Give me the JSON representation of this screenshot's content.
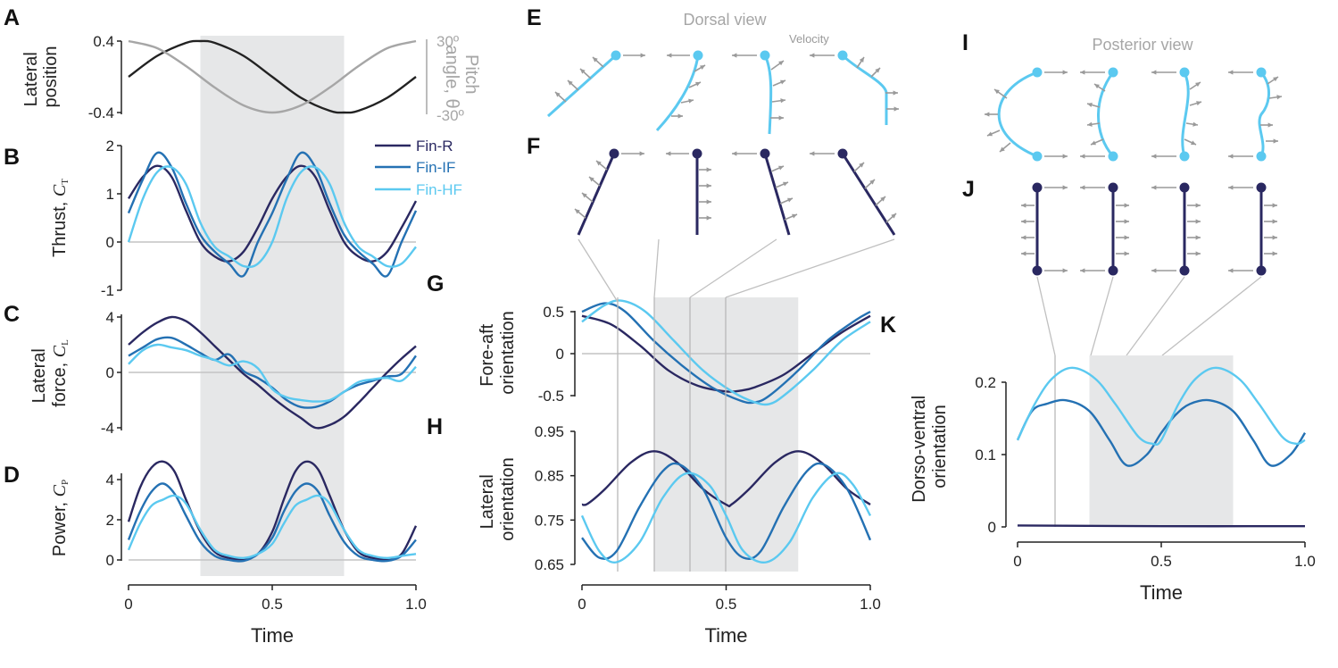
{
  "panels": {
    "A": "A",
    "B": "B",
    "C": "C",
    "D": "D",
    "E": "E",
    "F": "F",
    "G": "G",
    "H": "H",
    "I": "I",
    "J": "J",
    "K": "K"
  },
  "labels": {
    "lateral_position": [
      "Lateral",
      "position"
    ],
    "pitch_angle": [
      "Pitch",
      "angle, θ"
    ],
    "thrust": "Thrust, ",
    "thrust_sym": "C",
    "thrust_sub": "T",
    "lateral_force": [
      "Lateral",
      "force, "
    ],
    "lateral_force_sym": "C",
    "lateral_force_sub": "L",
    "power": "Power, ",
    "power_sym": "C",
    "power_sub": "P",
    "fore_aft": [
      "Fore-aft",
      "orientation"
    ],
    "lateral_orient": [
      "Lateral",
      "orientation"
    ],
    "dorso_ventral": [
      "Dorso-ventral",
      "orientation"
    ],
    "time": "Time",
    "dorsal_view": "Dorsal view",
    "posterior_view": "Posterior view",
    "velocity": "Velocity"
  },
  "colors": {
    "fin_r": "#2a2861",
    "fin_if": "#2471b3",
    "fin_hf": "#5bc9f0",
    "dark": "#222222",
    "gray_curve": "#a6a6a6",
    "shade": "#e6e7e8",
    "zero": "#c4c4c4",
    "arrow": "#9a9a9a"
  },
  "legend": [
    {
      "name": "Fin-R",
      "color": "#2a2861"
    },
    {
      "name": "Fin-IF",
      "color": "#2471b3"
    },
    {
      "name": "Fin-HF",
      "color": "#5bc9f0"
    }
  ],
  "chart_data": [
    {
      "id": "A",
      "type": "line",
      "xlabel": "",
      "ylabel": "Lateral position",
      "xlim": [
        0,
        1
      ],
      "ylim": [
        -0.4,
        0.4
      ],
      "yticks": [
        "0.4",
        "-0.4"
      ],
      "y2ticks": [
        "30º",
        "-30º"
      ],
      "y2label": "Pitch angle, θ",
      "shade": [
        0.25,
        0.75
      ],
      "series": [
        {
          "color": "#222222",
          "x": [
            0,
            0.1,
            0.2,
            0.25,
            0.3,
            0.4,
            0.5,
            0.6,
            0.7,
            0.75,
            0.8,
            0.9,
            1.0
          ],
          "y": [
            0.0,
            0.235,
            0.38,
            0.4,
            0.38,
            0.235,
            0.0,
            -0.235,
            -0.38,
            -0.4,
            -0.38,
            -0.235,
            0.0
          ]
        },
        {
          "color": "#a6a6a6",
          "x": [
            0,
            0.1,
            0.2,
            0.3,
            0.4,
            0.5,
            0.6,
            0.7,
            0.8,
            0.9,
            1.0
          ],
          "y": [
            0.4,
            0.32,
            0.12,
            -0.12,
            -0.32,
            -0.4,
            -0.32,
            -0.12,
            0.12,
            0.32,
            0.4
          ]
        }
      ]
    },
    {
      "id": "B",
      "type": "line",
      "ylabel": "Thrust, CT",
      "xlim": [
        0,
        1
      ],
      "ylim": [
        -1,
        2
      ],
      "yticks": [
        "2",
        "1",
        "0",
        "-1"
      ],
      "zero": true,
      "shade": [
        0.25,
        0.75
      ],
      "series": [
        {
          "name": "Fin-R",
          "color": "#2a2861",
          "x": [
            0,
            0.05,
            0.1,
            0.15,
            0.2,
            0.25,
            0.3,
            0.35,
            0.4,
            0.45,
            0.5,
            0.55,
            0.6,
            0.65,
            0.7,
            0.75,
            0.8,
            0.85,
            0.9,
            0.95,
            1.0
          ],
          "y": [
            0.9,
            1.35,
            1.58,
            1.35,
            0.65,
            0.0,
            -0.3,
            -0.4,
            -0.2,
            0.3,
            0.9,
            1.35,
            1.58,
            1.35,
            0.65,
            0.0,
            -0.3,
            -0.4,
            -0.2,
            0.3,
            0.85
          ]
        },
        {
          "name": "Fin-IF",
          "color": "#2471b3",
          "x": [
            0,
            0.05,
            0.1,
            0.15,
            0.2,
            0.25,
            0.3,
            0.35,
            0.4,
            0.45,
            0.5,
            0.55,
            0.6,
            0.65,
            0.7,
            0.75,
            0.8,
            0.85,
            0.9,
            0.95,
            1.0
          ],
          "y": [
            0.6,
            1.3,
            1.85,
            1.55,
            0.8,
            0.15,
            -0.2,
            -0.45,
            -0.7,
            0.0,
            0.6,
            1.3,
            1.85,
            1.55,
            0.8,
            0.15,
            -0.2,
            -0.45,
            -0.7,
            0.0,
            0.65
          ]
        },
        {
          "name": "Fin-HF",
          "color": "#5bc9f0",
          "x": [
            0,
            0.05,
            0.1,
            0.15,
            0.2,
            0.25,
            0.3,
            0.35,
            0.4,
            0.45,
            0.5,
            0.55,
            0.6,
            0.65,
            0.7,
            0.75,
            0.8,
            0.85,
            0.9,
            0.95,
            1.0
          ],
          "y": [
            0.0,
            0.9,
            1.45,
            1.55,
            1.2,
            0.4,
            -0.1,
            -0.3,
            -0.5,
            -0.45,
            0.0,
            0.9,
            1.45,
            1.55,
            1.2,
            0.4,
            -0.1,
            -0.3,
            -0.5,
            -0.45,
            -0.1
          ]
        }
      ]
    },
    {
      "id": "C",
      "type": "line",
      "ylabel": "Lateral force, CL",
      "xlim": [
        0,
        1
      ],
      "ylim": [
        -4,
        4
      ],
      "yticks": [
        "4",
        "0",
        "-4"
      ],
      "zero": true,
      "shade": [
        0.25,
        0.75
      ],
      "series": [
        {
          "name": "Fin-R",
          "color": "#2a2861",
          "x": [
            0,
            0.05,
            0.1,
            0.15,
            0.2,
            0.25,
            0.3,
            0.35,
            0.4,
            0.45,
            0.5,
            0.55,
            0.6,
            0.65,
            0.7,
            0.75,
            0.8,
            0.85,
            0.9,
            0.95,
            1.0
          ],
          "y": [
            2.0,
            2.9,
            3.6,
            4.0,
            3.7,
            2.9,
            1.9,
            0.9,
            -0.1,
            -0.9,
            -1.8,
            -2.6,
            -3.3,
            -4.0,
            -3.8,
            -3.2,
            -2.2,
            -1.1,
            0.0,
            1.0,
            1.9
          ]
        },
        {
          "name": "Fin-IF",
          "color": "#2471b3",
          "x": [
            0,
            0.05,
            0.1,
            0.15,
            0.2,
            0.25,
            0.3,
            0.35,
            0.4,
            0.45,
            0.5,
            0.55,
            0.6,
            0.65,
            0.7,
            0.75,
            0.8,
            0.85,
            0.9,
            0.95,
            1.0
          ],
          "y": [
            1.2,
            1.8,
            2.4,
            2.5,
            2.0,
            1.4,
            0.9,
            1.3,
            0.1,
            -0.4,
            -1.1,
            -2.0,
            -2.5,
            -2.5,
            -2.1,
            -1.4,
            -0.9,
            -0.6,
            -0.3,
            -0.1,
            1.2
          ]
        },
        {
          "name": "Fin-HF",
          "color": "#5bc9f0",
          "x": [
            0,
            0.05,
            0.1,
            0.15,
            0.2,
            0.25,
            0.3,
            0.35,
            0.4,
            0.45,
            0.5,
            0.55,
            0.6,
            0.65,
            0.7,
            0.75,
            0.8,
            0.85,
            0.9,
            0.95,
            1.0
          ],
          "y": [
            0.6,
            1.6,
            2.0,
            1.8,
            1.6,
            1.2,
            0.9,
            0.5,
            0.8,
            0.3,
            -1.2,
            -1.8,
            -2.0,
            -2.1,
            -2.0,
            -1.4,
            -0.7,
            -0.5,
            -0.4,
            -0.6,
            0.4
          ]
        }
      ]
    },
    {
      "id": "D",
      "type": "line",
      "ylabel": "Power, CP",
      "xlim": [
        0,
        1
      ],
      "ylim": [
        0,
        4.8
      ],
      "yticks": [
        "4",
        "2",
        "0"
      ],
      "zero": true,
      "shade": [
        0.25,
        0.75
      ],
      "xticks": [
        "0",
        "0.5",
        "1.0"
      ],
      "xlabel": "Time",
      "series": [
        {
          "name": "Fin-R",
          "color": "#2a2861",
          "x": [
            0,
            0.04,
            0.08,
            0.12,
            0.16,
            0.2,
            0.25,
            0.3,
            0.35,
            0.4,
            0.45,
            0.5,
            0.54,
            0.58,
            0.62,
            0.66,
            0.7,
            0.75,
            0.8,
            0.85,
            0.9,
            0.95,
            1.0
          ],
          "y": [
            1.9,
            3.6,
            4.6,
            4.9,
            4.4,
            3.0,
            1.4,
            0.4,
            0.1,
            0.05,
            0.3,
            1.4,
            3.0,
            4.4,
            4.9,
            4.5,
            3.2,
            1.5,
            0.4,
            0.1,
            0.05,
            0.3,
            1.7
          ]
        },
        {
          "name": "Fin-IF",
          "color": "#2471b3",
          "x": [
            0,
            0.04,
            0.08,
            0.12,
            0.16,
            0.2,
            0.25,
            0.3,
            0.35,
            0.4,
            0.45,
            0.5,
            0.54,
            0.58,
            0.62,
            0.66,
            0.7,
            0.75,
            0.8,
            0.85,
            0.9,
            0.95,
            1.0
          ],
          "y": [
            1.0,
            2.4,
            3.4,
            3.8,
            3.3,
            2.2,
            0.9,
            0.2,
            0.0,
            -0.05,
            0.3,
            1.1,
            2.4,
            3.4,
            3.8,
            3.4,
            2.2,
            0.9,
            0.2,
            0.0,
            -0.05,
            0.2,
            1.0
          ]
        },
        {
          "name": "Fin-HF",
          "color": "#5bc9f0",
          "x": [
            0,
            0.04,
            0.08,
            0.12,
            0.16,
            0.2,
            0.25,
            0.3,
            0.35,
            0.4,
            0.45,
            0.5,
            0.54,
            0.58,
            0.62,
            0.66,
            0.7,
            0.75,
            0.8,
            0.85,
            0.9,
            0.95,
            1.0
          ],
          "y": [
            0.5,
            1.8,
            2.7,
            3.0,
            3.2,
            2.8,
            1.5,
            0.5,
            0.2,
            0.1,
            0.3,
            0.8,
            1.8,
            2.7,
            3.0,
            3.2,
            2.8,
            1.5,
            0.5,
            0.2,
            0.1,
            0.2,
            0.3
          ]
        }
      ]
    },
    {
      "id": "G",
      "type": "line",
      "ylabel": "Fore-aft orientation",
      "xlim": [
        0,
        1
      ],
      "ylim": [
        -0.6,
        0.6
      ],
      "yticks": [
        "0.5",
        "0",
        "-0.5"
      ],
      "zero": true,
      "shade": [
        0.25,
        0.75
      ],
      "vlines": [
        0.125,
        0.25,
        0.375,
        0.5
      ],
      "series": [
        {
          "name": "Fin-R",
          "color": "#2a2861",
          "x": [
            0,
            0.1,
            0.2,
            0.3,
            0.4,
            0.5,
            0.55,
            0.6,
            0.7,
            0.8,
            0.9,
            1.0
          ],
          "y": [
            0.45,
            0.35,
            0.1,
            -0.2,
            -0.38,
            -0.45,
            -0.44,
            -0.4,
            -0.25,
            0.0,
            0.25,
            0.45
          ]
        },
        {
          "name": "Fin-IF",
          "color": "#2471b3",
          "x": [
            0,
            0.08,
            0.15,
            0.25,
            0.35,
            0.45,
            0.55,
            0.6,
            0.65,
            0.75,
            0.85,
            0.95,
            1.0
          ],
          "y": [
            0.5,
            0.6,
            0.5,
            0.15,
            -0.15,
            -0.4,
            -0.56,
            -0.58,
            -0.5,
            -0.2,
            0.15,
            0.4,
            0.5
          ]
        },
        {
          "name": "Fin-HF",
          "color": "#5bc9f0",
          "x": [
            0,
            0.08,
            0.14,
            0.22,
            0.32,
            0.42,
            0.52,
            0.6,
            0.65,
            0.7,
            0.8,
            0.9,
            1.0
          ],
          "y": [
            0.38,
            0.58,
            0.63,
            0.5,
            0.15,
            -0.2,
            -0.45,
            -0.58,
            -0.6,
            -0.5,
            -0.2,
            0.15,
            0.38
          ]
        }
      ]
    },
    {
      "id": "H",
      "type": "line",
      "ylabel": "Lateral orientation",
      "xlim": [
        0,
        1
      ],
      "ylim": [
        0.65,
        0.95
      ],
      "yticks": [
        "0.95",
        "0.85",
        "0.75",
        "0.65"
      ],
      "shade": [
        0.25,
        0.75
      ],
      "vlines": [
        0.125,
        0.25,
        0.375,
        0.5
      ],
      "xticks": [
        "0",
        "0.5",
        "1.0"
      ],
      "xlabel": "Time",
      "series": [
        {
          "name": "Fin-R",
          "color": "#2a2861",
          "x": [
            0,
            0.02,
            0.08,
            0.17,
            0.25,
            0.33,
            0.42,
            0.5,
            0.52,
            0.58,
            0.67,
            0.75,
            0.83,
            0.92,
            1.0
          ],
          "y": [
            0.785,
            0.787,
            0.82,
            0.88,
            0.905,
            0.88,
            0.82,
            0.785,
            0.786,
            0.82,
            0.88,
            0.905,
            0.88,
            0.82,
            0.785
          ]
        },
        {
          "name": "Fin-IF",
          "color": "#2471b3",
          "x": [
            0,
            0.06,
            0.12,
            0.2,
            0.28,
            0.34,
            0.42,
            0.5,
            0.56,
            0.62,
            0.7,
            0.78,
            0.84,
            0.92,
            1.0
          ],
          "y": [
            0.71,
            0.665,
            0.68,
            0.78,
            0.86,
            0.875,
            0.82,
            0.71,
            0.665,
            0.68,
            0.78,
            0.86,
            0.875,
            0.82,
            0.705
          ]
        },
        {
          "name": "Fin-HF",
          "color": "#5bc9f0",
          "x": [
            0,
            0.06,
            0.12,
            0.2,
            0.28,
            0.36,
            0.44,
            0.5,
            0.56,
            0.64,
            0.72,
            0.8,
            0.88,
            0.94,
            1.0
          ],
          "y": [
            0.76,
            0.68,
            0.655,
            0.7,
            0.8,
            0.855,
            0.83,
            0.76,
            0.68,
            0.655,
            0.7,
            0.8,
            0.855,
            0.83,
            0.76
          ]
        }
      ]
    },
    {
      "id": "K",
      "type": "line",
      "ylabel": "Dorso-ventral orientation",
      "xlim": [
        0,
        1
      ],
      "ylim": [
        0,
        0.23
      ],
      "yticks": [
        "0.2",
        "0.1",
        "0"
      ],
      "shade": [
        0.25,
        0.75
      ],
      "vlines": [
        0.125,
        0.25,
        0.375,
        0.5
      ],
      "xticks": [
        "0",
        "0.5",
        "1.0"
      ],
      "xlabel": "Time",
      "series": [
        {
          "name": "Fin-R",
          "color": "#2a2861",
          "x": [
            0,
            0.5,
            1.0
          ],
          "y": [
            0.002,
            0.001,
            0.001
          ]
        },
        {
          "name": "Fin-IF",
          "color": "#2471b3",
          "x": [
            0,
            0.05,
            0.1,
            0.17,
            0.25,
            0.32,
            0.38,
            0.45,
            0.5,
            0.55,
            0.6,
            0.67,
            0.75,
            0.82,
            0.88,
            0.95,
            1.0
          ],
          "y": [
            0.12,
            0.16,
            0.17,
            0.175,
            0.16,
            0.12,
            0.085,
            0.1,
            0.13,
            0.155,
            0.17,
            0.175,
            0.16,
            0.12,
            0.085,
            0.1,
            0.13
          ]
        },
        {
          "name": "Fin-HF",
          "color": "#5bc9f0",
          "x": [
            0,
            0.06,
            0.12,
            0.19,
            0.27,
            0.34,
            0.42,
            0.47,
            0.5,
            0.56,
            0.62,
            0.69,
            0.77,
            0.84,
            0.92,
            0.97,
            1.0
          ],
          "y": [
            0.12,
            0.17,
            0.205,
            0.22,
            0.205,
            0.17,
            0.125,
            0.115,
            0.12,
            0.17,
            0.205,
            0.22,
            0.205,
            0.17,
            0.125,
            0.115,
            0.12
          ]
        }
      ]
    }
  ]
}
